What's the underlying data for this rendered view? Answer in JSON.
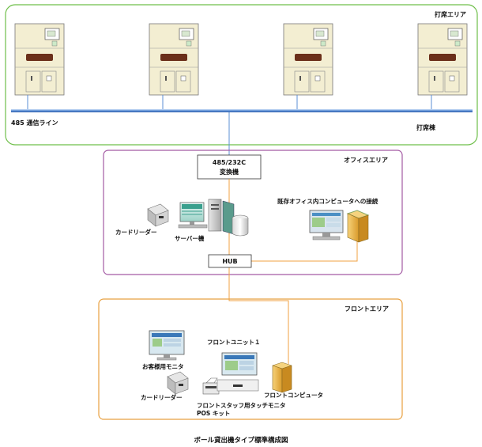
{
  "areas": {
    "booth": {
      "label": "打席エリア",
      "color": "#6fbf4a"
    },
    "office": {
      "label": "オフィスエリア",
      "color": "#a45aa4"
    },
    "front": {
      "label": "フロントエリア",
      "color": "#e8a040"
    }
  },
  "labels": {
    "comm_line": "485 通信ライン",
    "booth_building": "打席棟",
    "converter_line1": "485/232C",
    "converter_line2": "変換機",
    "card_reader_office": "カードリーダー",
    "server": "サーバー機",
    "existing_pc": "既存オフィス内コンピュータへの接続",
    "hub": "HUB",
    "customer_monitor": "お客様用モニタ",
    "front_unit": "フロントユニット１",
    "card_reader_front": "カードリーダー",
    "front_computer": "フロントコンピュータ",
    "touch_monitor": "フロントスタッフ用タッチモニタ",
    "pos_kit": "POS キット"
  },
  "caption": "ボール貸出機タイプ標準構成図",
  "colors": {
    "bus_line": "#5b8fd6",
    "orange_line": "#f0a040",
    "machine_body": "#f3eed2",
    "machine_display": "#6b2f1a"
  },
  "booth_machine_count": 4
}
